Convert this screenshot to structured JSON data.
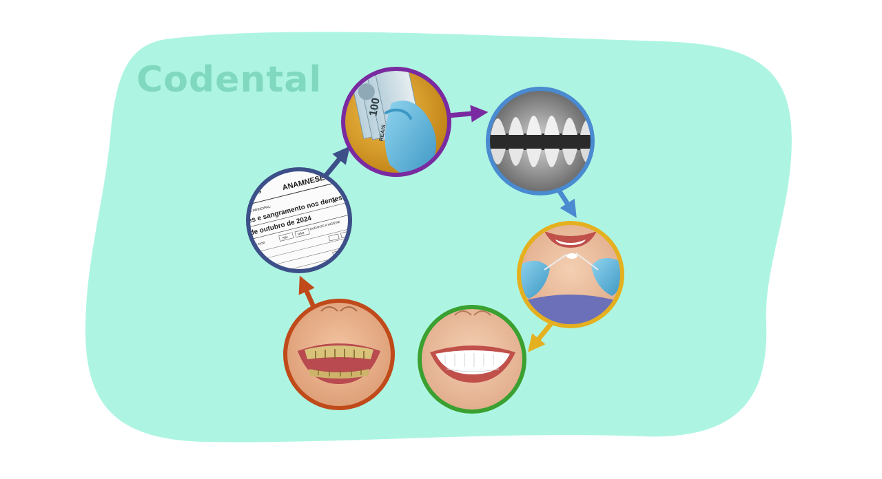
{
  "brand": {
    "name": "Codental"
  },
  "colors": {
    "background_blob": "#adf5e2",
    "brand_text": "#80d8bf",
    "form_ring": "#3c4f88",
    "money_ring": "#7a2aa0",
    "xray_ring": "#4a8ad0",
    "cleaning_ring": "#e5b020",
    "healthy_ring": "#3aa030",
    "damaged_ring": "#c04a1a"
  },
  "stages": [
    {
      "id": "anamnese-form",
      "icon": "form-document-icon"
    },
    {
      "id": "payment",
      "icon": "cash-in-gloved-hand-icon"
    },
    {
      "id": "xray",
      "icon": "dental-xray-icon"
    },
    {
      "id": "cleaning",
      "icon": "flossing-treatment-icon"
    },
    {
      "id": "healthy-smile",
      "icon": "healthy-teeth-icon"
    },
    {
      "id": "damaged-teeth",
      "icon": "damaged-teeth-icon"
    }
  ],
  "form": {
    "name_fragment": "i Soares",
    "title": "ANAMNESE",
    "title_tail": "C",
    "field_label": "QUEIXA PRINCIPAL:",
    "complaint": "ores e sangramento nos dentes",
    "date": "1 de outubro de 2024",
    "mark": "X",
    "answer_yes": "SIM",
    "answer_no": "NÃO",
    "hint_question": "SENTE DOR",
    "hint_hygiene": "DURANTE A HIGIENE"
  },
  "money": {
    "denomination": "100",
    "currency": "REAIS"
  }
}
